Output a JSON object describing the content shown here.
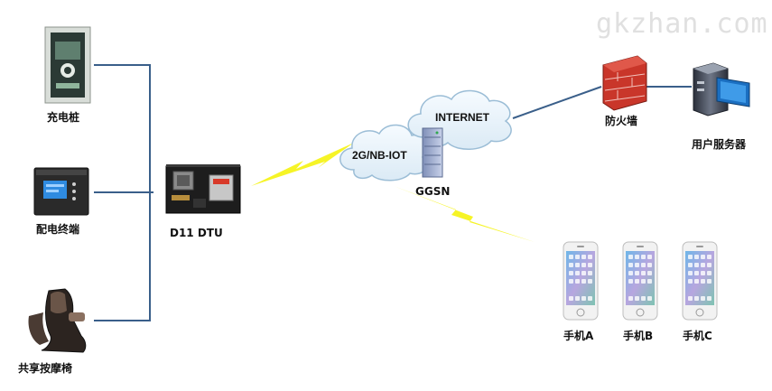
{
  "watermark": "gkzhan.com",
  "devices": {
    "charging_pile": "充电桩",
    "distribution_terminal": "配电终端",
    "massage_chair": "共享按摩椅"
  },
  "dtu": "D11 DTU",
  "network": {
    "cloud_mobile": "2G/NB-IOT",
    "cloud_internet": "INTERNET",
    "gateway": "GGSN",
    "firewall": "防火墙",
    "server": "用户服务器"
  },
  "phones": [
    "手机A",
    "手机B",
    "手机C"
  ],
  "colors": {
    "link": "#3a5f8a",
    "lightning": "#f5f200",
    "cloud": "#e9f3fa",
    "cloud_stroke": "#9bbdd6",
    "firewall": "#c9362a"
  },
  "icons": {
    "firewall": "brick-wall-icon",
    "server": "server-tower-icon",
    "gateway": "server-rack-icon",
    "phone": "smartphone-icon"
  }
}
